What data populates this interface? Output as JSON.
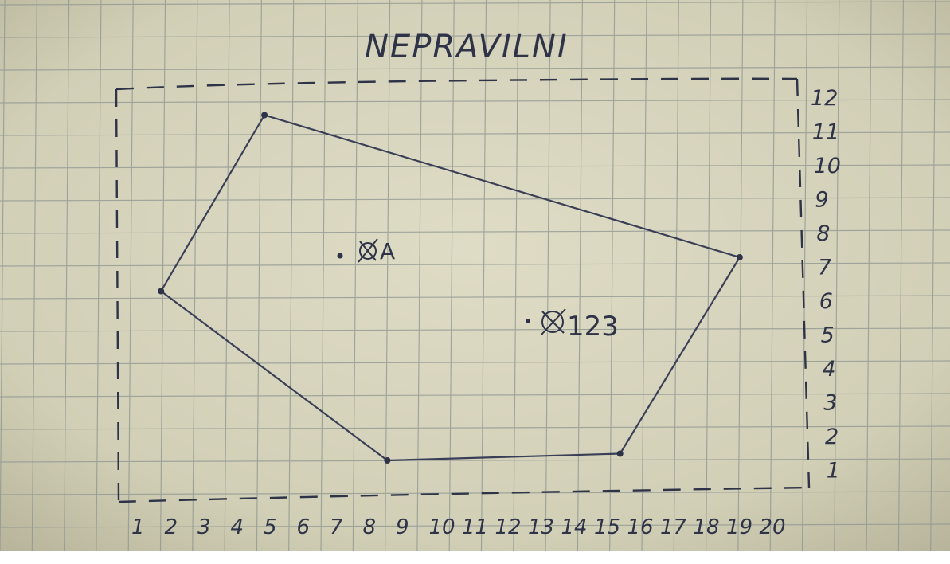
{
  "title": "NEPRAVILNI",
  "x_axis_labels": [
    "1",
    "2",
    "3",
    "4",
    "5",
    "6",
    "7",
    "8",
    "9",
    "10",
    "11",
    "12",
    "13",
    "14",
    "15",
    "16",
    "17",
    "18",
    "19",
    "20"
  ],
  "y_axis_labels": [
    "12",
    "11",
    "10",
    "9",
    "8",
    "7",
    "6",
    "5",
    "4",
    "3",
    "2",
    "1"
  ],
  "points": [
    {
      "label": "A",
      "x": 7,
      "y": 7.5
    },
    {
      "label": "123",
      "x": 12.5,
      "y": 5.3
    }
  ],
  "polygon_vertices": [
    {
      "x": 4.5,
      "y": 11.2
    },
    {
      "x": 1.3,
      "y": 6
    },
    {
      "x": 8.3,
      "y": 1
    },
    {
      "x": 15.5,
      "y": 1.2
    },
    {
      "x": 19.2,
      "y": 7
    }
  ],
  "colors": {
    "paper": "#dcd9c3",
    "grid": "#8d958f",
    "ink": "#2e3347"
  }
}
